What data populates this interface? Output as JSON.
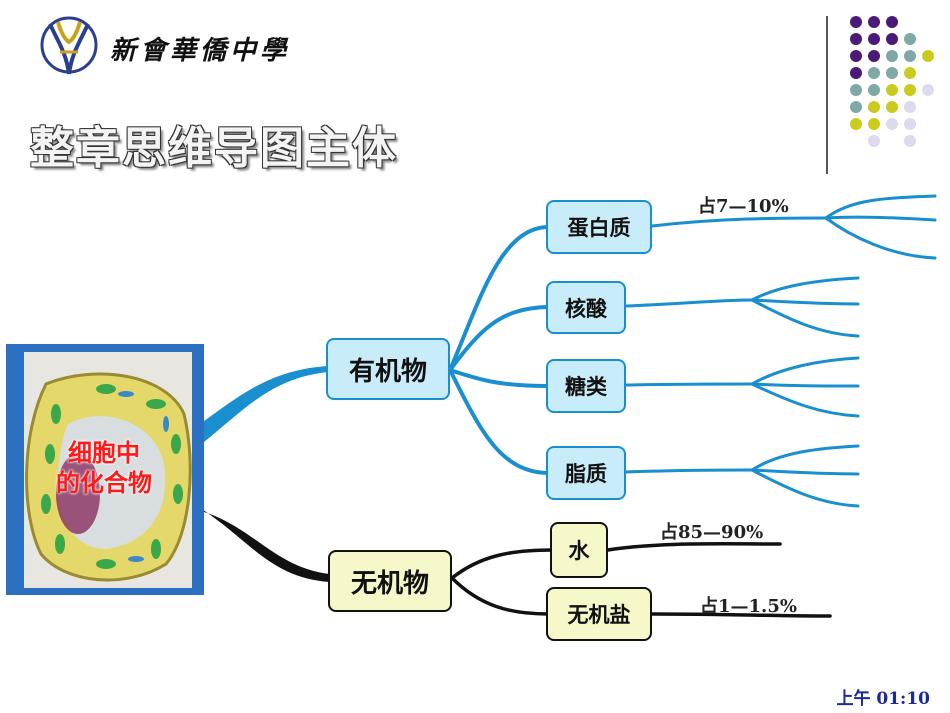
{
  "header": {
    "school_name": "新會華僑中學",
    "page_title": "整章思维导图主体"
  },
  "cell_image": {
    "caption_line1": "细胞中",
    "caption_line2": "的化合物"
  },
  "mindmap": {
    "organic": {
      "label": "有机物",
      "children": [
        {
          "label": "蛋白质",
          "note": "占7—10%"
        },
        {
          "label": "核酸"
        },
        {
          "label": "糖类"
        },
        {
          "label": "脂质"
        }
      ]
    },
    "inorganic": {
      "label": "无机物",
      "children": [
        {
          "label": "水",
          "note": "占85—90%"
        },
        {
          "label": "无机盐",
          "note": "占1—1.5%"
        }
      ]
    }
  },
  "footer": {
    "time": "上午 01:10"
  },
  "colors": {
    "branch_blue": "#1a8fd0",
    "branch_black": "#111111",
    "node_blue_fill": "#c8ecf9",
    "node_yellow_fill": "#f7f8c9",
    "dot_purple": "#4b1a78",
    "dot_teal": "#7fa8a6",
    "dot_yellow": "#c9cc1c",
    "dot_lavender": "#dcdaec"
  }
}
